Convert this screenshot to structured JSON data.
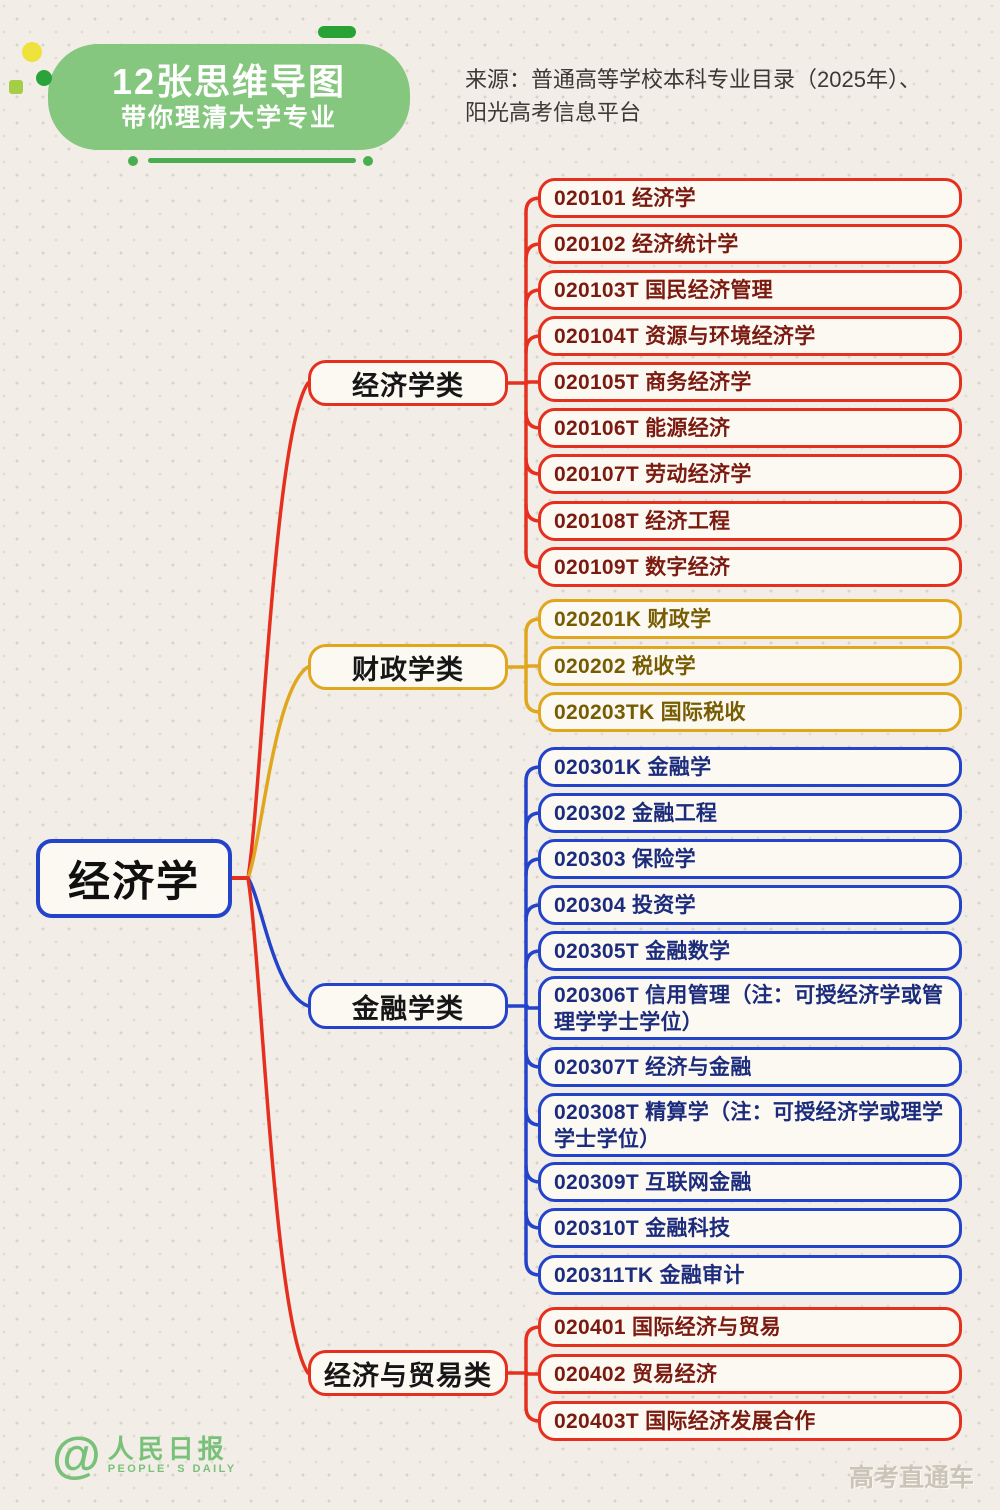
{
  "header": {
    "title_line1": "12张思维导图",
    "title_line2": "带你理清大学专业",
    "source_line1": "来源：普通高等学校本科专业目录（2025年）、",
    "source_line2": "阳光高考信息平台"
  },
  "root": {
    "label": "经济学"
  },
  "branches": [
    {
      "label": "经济学类",
      "color_key": "red",
      "children": [
        "020101 经济学",
        "020102 经济统计学",
        "020103T 国民经济管理",
        "020104T 资源与环境经济学",
        "020105T 商务经济学",
        "020106T 能源经济",
        "020107T 劳动经济学",
        "020108T 经济工程",
        "020109T 数字经济"
      ]
    },
    {
      "label": "财政学类",
      "color_key": "yellow",
      "children": [
        "020201K 财政学",
        "020202 税收学",
        "020203TK 国际税收"
      ]
    },
    {
      "label": "金融学类",
      "color_key": "blue",
      "children": [
        "020301K 金融学",
        "020302 金融工程",
        "020303 保险学",
        "020304 投资学",
        "020305T 金融数学",
        "020306T 信用管理（注：可授经济学或管理学学士学位）",
        "020307T 经济与金融",
        "020308T 精算学（注：可授经济学或理学学士学位）",
        "020309T 互联网金融",
        "020310T 金融科技",
        "020311TK 金融审计"
      ]
    },
    {
      "label": "经济与贸易类",
      "color_key": "red",
      "children": [
        "020401 国际经济与贸易",
        "020402 贸易经济",
        "020403T 国际经济发展合作"
      ]
    }
  ],
  "footer": {
    "logo_at": "@",
    "logo_cn": "人民日报",
    "logo_en": "PEOPLE' S DAILY",
    "watermark": "高考直通车"
  },
  "colors": {
    "red_border": "#e5301f",
    "red_text": "#7a1a10",
    "yellow_border": "#e0a71e",
    "yellow_text": "#775c02",
    "blue_border": "#2443cb",
    "blue_text": "#1c2c7d",
    "node_bg": "#fcf9f2",
    "badge_green": "#85c77e"
  }
}
